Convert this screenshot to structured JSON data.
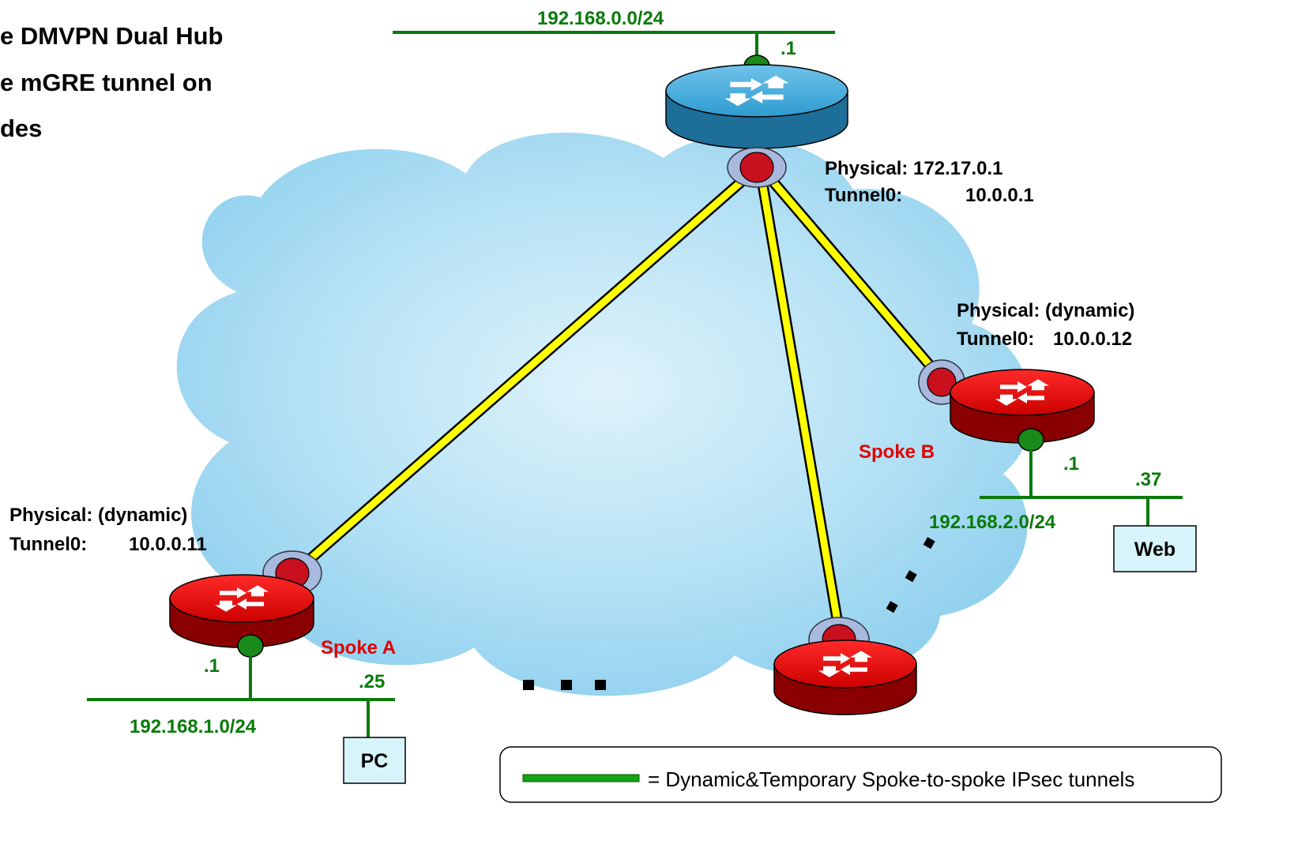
{
  "title": {
    "line1": "e DMVPN Dual Hub",
    "line2": "e mGRE tunnel on",
    "line3": "des"
  },
  "colors": {
    "net_green": "#0a7a0a",
    "spoke_red": "#e00000",
    "hub_blue": "#2f8fc4",
    "router_red": "#d40000",
    "tunnel_yellow": "#ffff00",
    "cloud_blue": "#a9dbf2",
    "host_box": "#d8f4fb"
  },
  "hub": {
    "lan_subnet": "192.168.0.0/24",
    "lan_ip": ".1",
    "physical_label": "Physical: 172.17.0.1",
    "tunnel_label": "Tunnel0:",
    "tunnel_ip": "10.0.0.1"
  },
  "spoke_a": {
    "name": "Spoke A",
    "physical_label": "Physical:  (dynamic)",
    "tunnel_label": "Tunnel0:",
    "tunnel_ip": "10.0.0.11",
    "lan_ip": ".1",
    "host_ip": ".25",
    "lan_subnet": "192.168.1.0/24",
    "host": "PC"
  },
  "spoke_b": {
    "name": "Spoke B",
    "physical_label": "Physical: (dynamic)",
    "tunnel_label": "Tunnel0:",
    "tunnel_ip": "10.0.0.12",
    "lan_ip": ".1",
    "host_ip": ".37",
    "lan_subnet": "192.168.2.0/24",
    "host": "Web"
  },
  "legend": {
    "text": "= Dynamic&Temporary Spoke-to-spoke IPsec tunnels"
  }
}
